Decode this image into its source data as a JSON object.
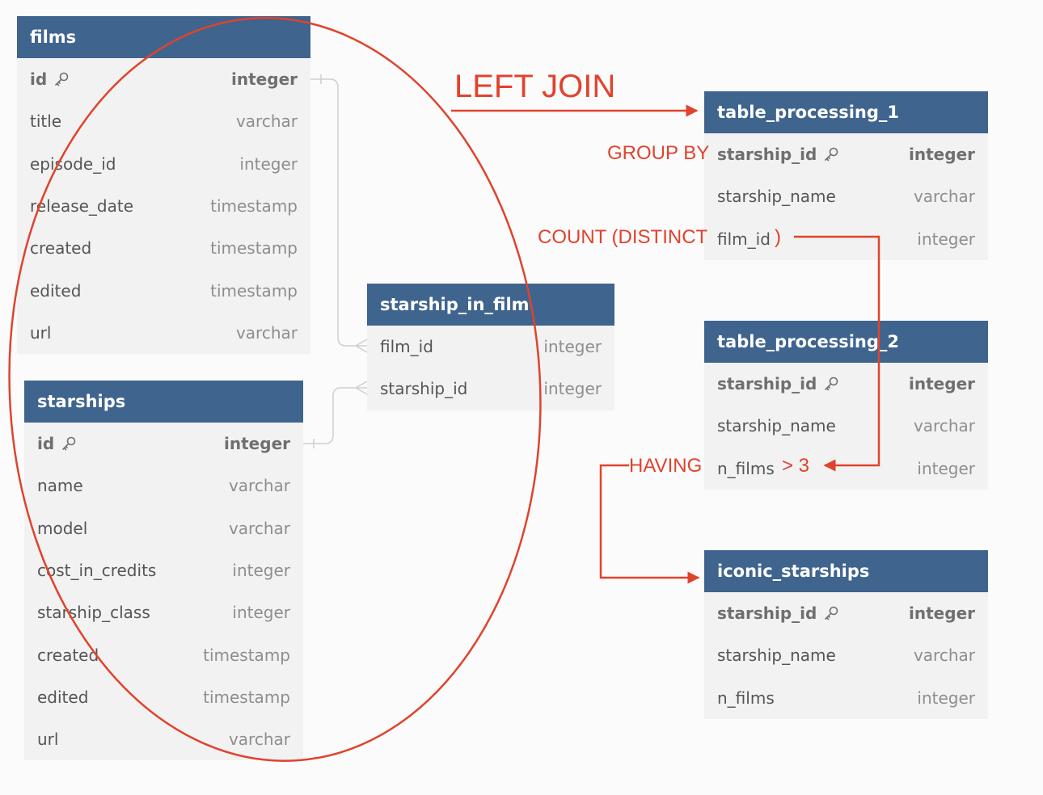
{
  "tables": {
    "films": {
      "name": "films",
      "fields": [
        {
          "name": "id",
          "type": "integer"
        },
        {
          "name": "title",
          "type": "varchar"
        },
        {
          "name": "episode_id",
          "type": "integer"
        },
        {
          "name": "release_date",
          "type": "timestamp"
        },
        {
          "name": "created",
          "type": "timestamp"
        },
        {
          "name": "edited",
          "type": "timestamp"
        },
        {
          "name": "url",
          "type": "varchar"
        }
      ]
    },
    "starships": {
      "name": "starships",
      "fields": [
        {
          "name": "id",
          "type": "integer"
        },
        {
          "name": "name",
          "type": "varchar"
        },
        {
          "name": "model",
          "type": "varchar"
        },
        {
          "name": "cost_in_credits",
          "type": "integer"
        },
        {
          "name": "starship_class",
          "type": "integer"
        },
        {
          "name": "created",
          "type": "timestamp"
        },
        {
          "name": "edited",
          "type": "timestamp"
        },
        {
          "name": "url",
          "type": "varchar"
        }
      ]
    },
    "starship_in_film": {
      "name": "starship_in_film",
      "fields": [
        {
          "name": "film_id",
          "type": "integer"
        },
        {
          "name": "starship_id",
          "type": "integer"
        }
      ]
    },
    "table_processing_1": {
      "name": "table_processing_1",
      "fields": [
        {
          "name": "starship_id",
          "type": "integer"
        },
        {
          "name": "starship_name",
          "type": "varchar"
        },
        {
          "name": "film_id",
          "type": "integer"
        }
      ]
    },
    "table_processing_2": {
      "name": "table_processing_2",
      "fields": [
        {
          "name": "starship_id",
          "type": "integer"
        },
        {
          "name": "starship_name",
          "type": "varchar"
        },
        {
          "name": "n_films",
          "type": "integer"
        }
      ]
    },
    "iconic_starships": {
      "name": "iconic_starships",
      "fields": [
        {
          "name": "starship_id",
          "type": "integer"
        },
        {
          "name": "starship_name",
          "type": "varchar"
        },
        {
          "name": "n_films",
          "type": "integer"
        }
      ]
    }
  },
  "annotations": {
    "left_join": "LEFT JOIN",
    "group_by": "GROUP BY",
    "count_distinct": "COUNT (DISTINCT",
    "close_paren": ")",
    "having": "HAVING",
    "greater_than": "> 3"
  },
  "colors": {
    "header": "#3f648e",
    "body": "#f2f2f2",
    "annotation": "#e0432d",
    "connector": "#cfcfcf"
  }
}
